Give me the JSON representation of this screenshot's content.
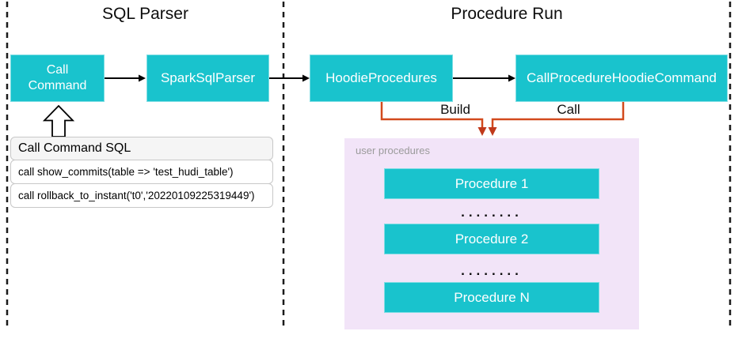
{
  "sections": {
    "sql_parser": {
      "title": "SQL Parser"
    },
    "procedure_run": {
      "title": "Procedure Run"
    }
  },
  "nodes": {
    "call_command": {
      "label": "Call Command"
    },
    "spark_sql_parser": {
      "label": "SparkSqlParser"
    },
    "hoodie_procedures": {
      "label": "HoodieProcedures"
    },
    "call_procedure_hoodie_command": {
      "label": "CallProcedureHoodieCommand"
    }
  },
  "edges": {
    "build_label": "Build",
    "call_label": "Call"
  },
  "sql_panel": {
    "title": "Call Command SQL",
    "rows": [
      "call show_commits(table => 'test_hudi_table')",
      "call rollback_to_instant('t0','20220109225319449')"
    ]
  },
  "user_procedures": {
    "label": "user procedures",
    "items": [
      "Procedure 1",
      "Procedure 2",
      "Procedure N"
    ],
    "ellipsis": "........"
  },
  "colors": {
    "teal": "#19c3cd",
    "orange_line": "#d24a1d",
    "orange_arrow": "#c0391b",
    "purple_bg": "#f2e4f8",
    "panel_header_bg": "#f5f5f5",
    "muted_text": "#9b9b9b",
    "line": "#000000"
  }
}
